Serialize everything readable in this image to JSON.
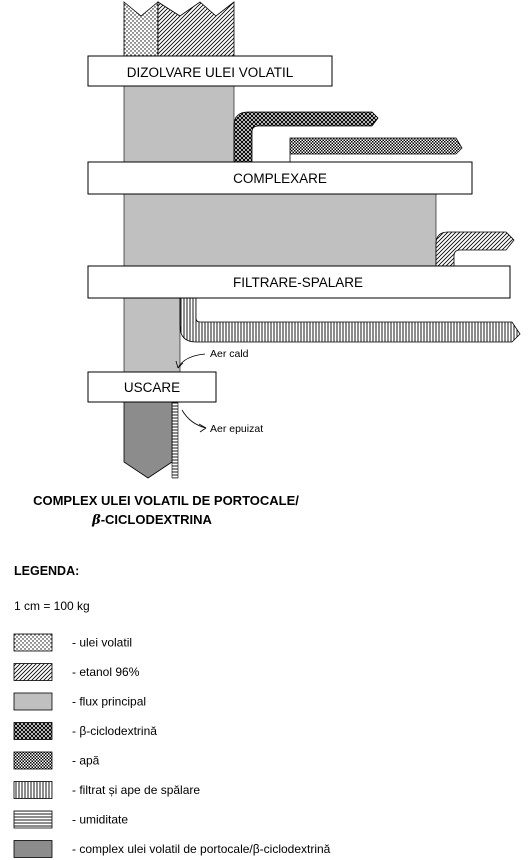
{
  "process": {
    "steps": {
      "dissolution": "DIZOLVARE ULEI VOLATIL",
      "complexation": "COMPLEXARE",
      "filtration": "FILTRARE-SPALARE",
      "drying": "USCARE"
    },
    "air_in": "Aer cald",
    "air_out": "Aer epuizat",
    "product_line1": "COMPLEX ULEI VOLATIL DE PORTOCALE/",
    "product_line2_symbol": "β",
    "product_line2_rest": "-CICLODEXTRINA"
  },
  "legend": {
    "title": "LEGENDA:",
    "scale": "1 cm = 100 kg",
    "items": [
      {
        "pattern": "dots",
        "label": "- ulei volatil"
      },
      {
        "pattern": "diagonal",
        "label": "- etanol 96%"
      },
      {
        "pattern": "gray-light",
        "label": "- flux principal"
      },
      {
        "pattern": "crosshatch",
        "label": "- β-ciclodextrină"
      },
      {
        "pattern": "checker",
        "label": "- apă"
      },
      {
        "pattern": "vertical",
        "label": "- filtrat și ape de spălare"
      },
      {
        "pattern": "horizontal",
        "label": "- umiditate"
      },
      {
        "pattern": "gray-dark",
        "label": "- complex ulei volatil de portocale/β-ciclodextrină"
      }
    ]
  },
  "colors": {
    "main_flow": "#c0c0c0",
    "product": "#8c8c8c",
    "stroke": "#000000",
    "box_fill": "#ffffff"
  }
}
